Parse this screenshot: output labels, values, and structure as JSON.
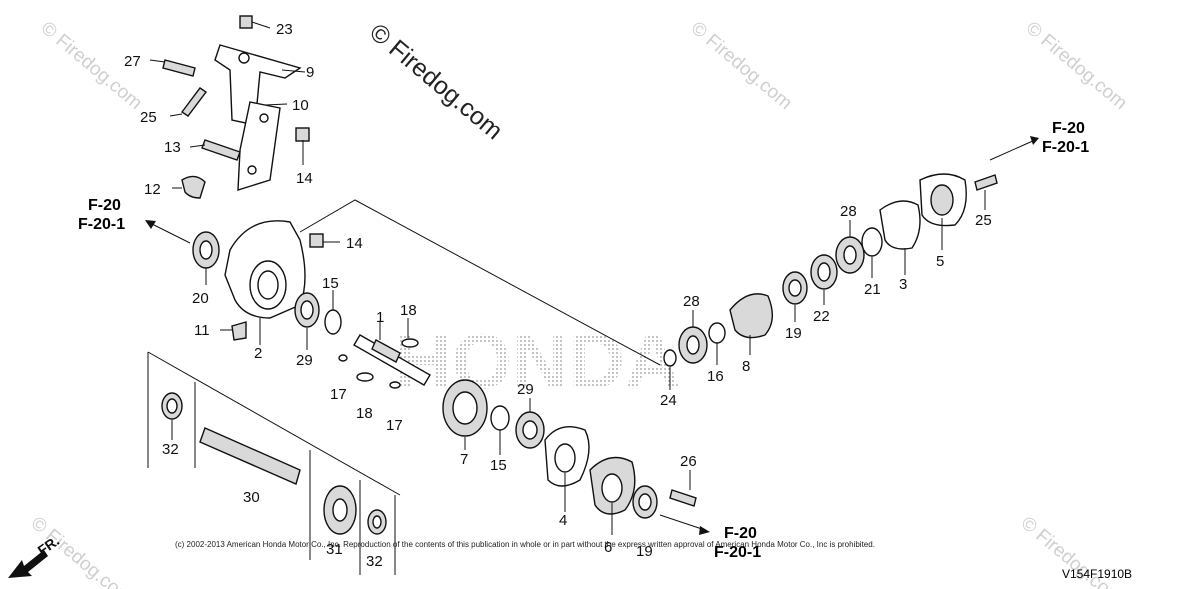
{
  "diagram": {
    "diagram_code": "V154F1910B",
    "copyright_notice": "(c) 2002-2013 American Honda Motor Co., Inc. Reproduction of the contents of this publication in whole or in part without the express written approval of American Honda Motor Co., Inc is prohibited.",
    "brand_watermark": "HONDA",
    "direction_label": "FR.",
    "watermark_text": "© Firedog.com",
    "references": {
      "left": {
        "line1": "F-20",
        "line2": "F-20-1"
      },
      "right": {
        "line1": "F-20",
        "line2": "F-20-1"
      },
      "bottom": {
        "line1": "F-20",
        "line2": "F-20-1"
      }
    },
    "callouts": {
      "c23": "23",
      "c27": "27",
      "c9": "9",
      "c10": "10",
      "c25a": "25",
      "c13": "13",
      "c14a": "14",
      "c12": "12",
      "c14b": "14",
      "c20": "20",
      "c11": "11",
      "c2": "2",
      "c15a": "15",
      "c29a": "29",
      "c1": "1",
      "c18a": "18",
      "c17a": "17",
      "c18b": "18",
      "c17b": "17",
      "c32a": "32",
      "c30": "30",
      "c31": "31",
      "c32b": "32",
      "c7": "7",
      "c29b": "29",
      "c15b": "15",
      "c4": "4",
      "c6": "6",
      "c26": "26",
      "c19b": "19",
      "c28a": "28",
      "c16": "16",
      "c8": "8",
      "c24": "24",
      "c19": "19",
      "c22": "22",
      "c28b": "28",
      "c21": "21",
      "c3": "3",
      "c5": "5",
      "c25b": "25"
    }
  }
}
